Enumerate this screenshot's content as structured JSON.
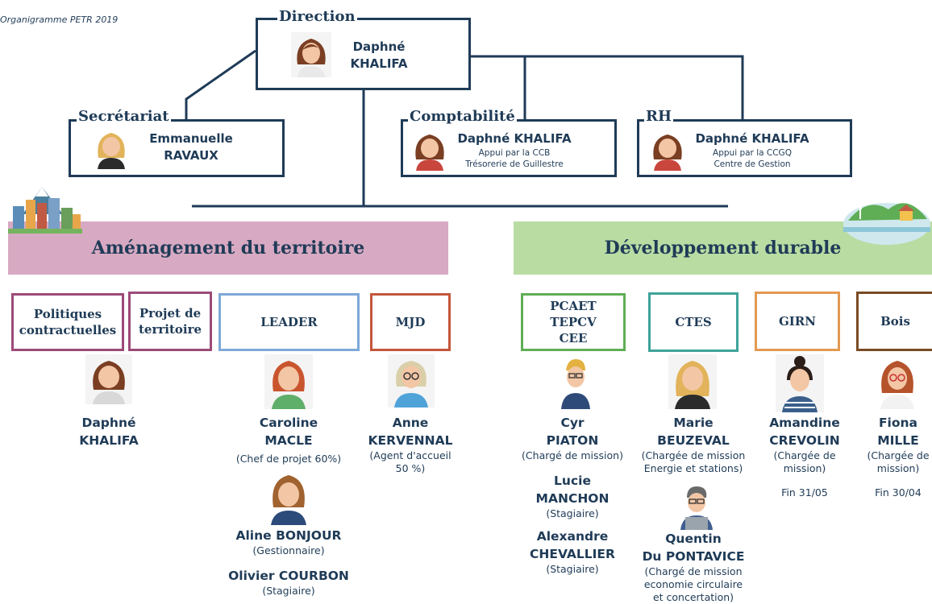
{
  "caption": "Organigramme PETR 2019",
  "direction": {
    "label": "Direction",
    "name_line1": "Daphné",
    "name_line2": "KHALIFA"
  },
  "secretariat": {
    "label": "Secrétariat",
    "name_line1": "Emmanuelle",
    "name_line2": "RAVAUX"
  },
  "comptabilite": {
    "label": "Comptabilité",
    "name": "Daphné KHALIFA",
    "note_line1": "Appui par la CCB",
    "note_line2": "Trésorerie de Guillestre"
  },
  "rh": {
    "label": "RH",
    "name": "Daphné KHALIFA",
    "note_line1": "Appui par la CCGQ",
    "note_line2": "Centre de Gestion"
  },
  "amenagement": {
    "title": "Aménagement du territoire"
  },
  "developpement": {
    "title": "Développement durable"
  },
  "services": {
    "politiques": {
      "line1": "Politiques",
      "line2": "contractuelles"
    },
    "projet": {
      "line1": "Projet de",
      "line2": "territoire"
    },
    "leader": "LEADER",
    "mjd": "MJD",
    "pcaet": {
      "line1": "PCAET",
      "line2": "TEPCV",
      "line3": "CEE"
    },
    "ctes": "CTES",
    "girn": "GIRN",
    "bois": "Bois"
  },
  "people": {
    "daphne": {
      "line1": "Daphné",
      "line2": "KHALIFA"
    },
    "caroline": {
      "line1": "Caroline",
      "line2": "MACLE",
      "role": "(Chef de projet 60%)"
    },
    "aline": {
      "name": "Aline BONJOUR",
      "role": "(Gestionnaire)"
    },
    "olivier": {
      "name": "Olivier COURBON",
      "role": "(Stagiaire)"
    },
    "anne": {
      "line1": "Anne",
      "line2": "KERVENNAL",
      "role1": "(Agent d'accueil",
      "role2": "50 %)"
    },
    "cyr": {
      "line1": "Cyr",
      "line2": "PIATON",
      "role": "(Chargé de mission)"
    },
    "lucie": {
      "line1": "Lucie",
      "line2": "MANCHON",
      "role": "(Stagiaire)"
    },
    "alexandre": {
      "line1": "Alexandre",
      "line2": "CHEVALLIER",
      "role": "(Stagiaire)"
    },
    "marie": {
      "line1": "Marie",
      "line2": "BEUZEVAL",
      "role1": "(Chargée de mission",
      "role2": "Energie et stations)"
    },
    "quentin": {
      "line1": "Quentin",
      "line2": "Du PONTAVICE",
      "role1": "(Chargé de mission",
      "role2": "economie circulaire",
      "role3": "et concertation)"
    },
    "amandine": {
      "line1": "Amandine",
      "line2": "CREVOLIN",
      "role1": "(Chargée de",
      "role2": "mission)",
      "end": "Fin 31/05"
    },
    "fiona": {
      "line1": "Fiona",
      "line2": "MILLE",
      "role1": "(Chargée de",
      "role2": "mission)",
      "end": "Fin 30/04"
    }
  },
  "colors": {
    "navy": "#1f3b57",
    "amenagement_bg": "#d8a9c2",
    "developpement_bg": "#b9dca3",
    "purple": "#9c4a78",
    "blue": "#7ea8d8",
    "red": "#c4563b",
    "green": "#5fae55",
    "teal": "#3fa39a",
    "orange": "#e39a52",
    "brown": "#7a4b23"
  }
}
